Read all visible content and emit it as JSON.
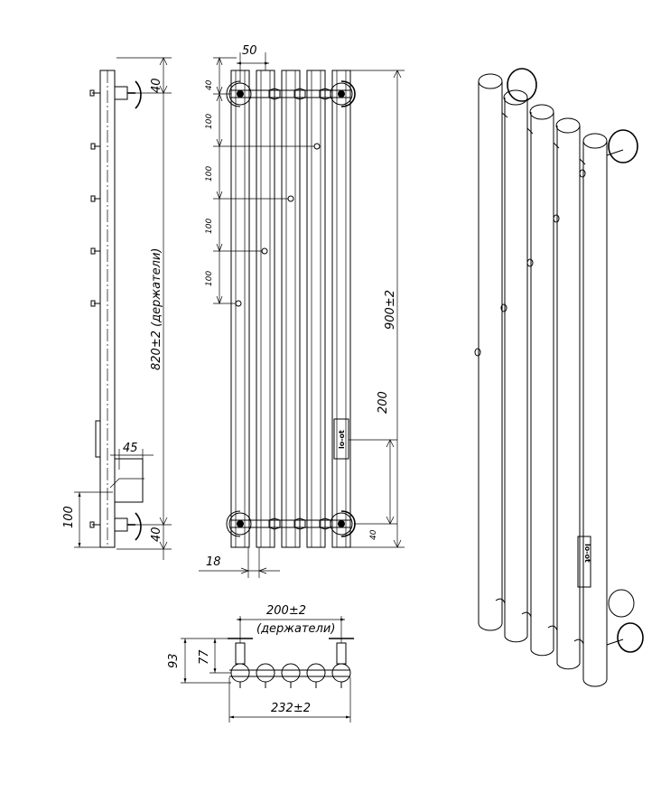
{
  "side_view": {
    "dim_top": "40",
    "dim_holders": "820±2 (держатели)",
    "dim_offset": "45",
    "dim_bottom_holder": "100",
    "dim_bottom": "40"
  },
  "front_view": {
    "dim_pitch": "50",
    "dim_edge_top": "40",
    "dim_spacing": [
      "100",
      "100",
      "100",
      "100"
    ],
    "dim_total_height": "900±2",
    "dim_connector": "200",
    "dim_edge_bottom": "40",
    "dim_tube": "18",
    "logo_text": "lo-ot"
  },
  "top_view": {
    "dim_holders_width": "200±2",
    "dim_holders_note": "(держатели)",
    "dim_depth_outer": "93",
    "dim_depth_inner": "77",
    "dim_total_width": "232±2"
  },
  "iso_view": {
    "logo_text": "lo-ot"
  }
}
